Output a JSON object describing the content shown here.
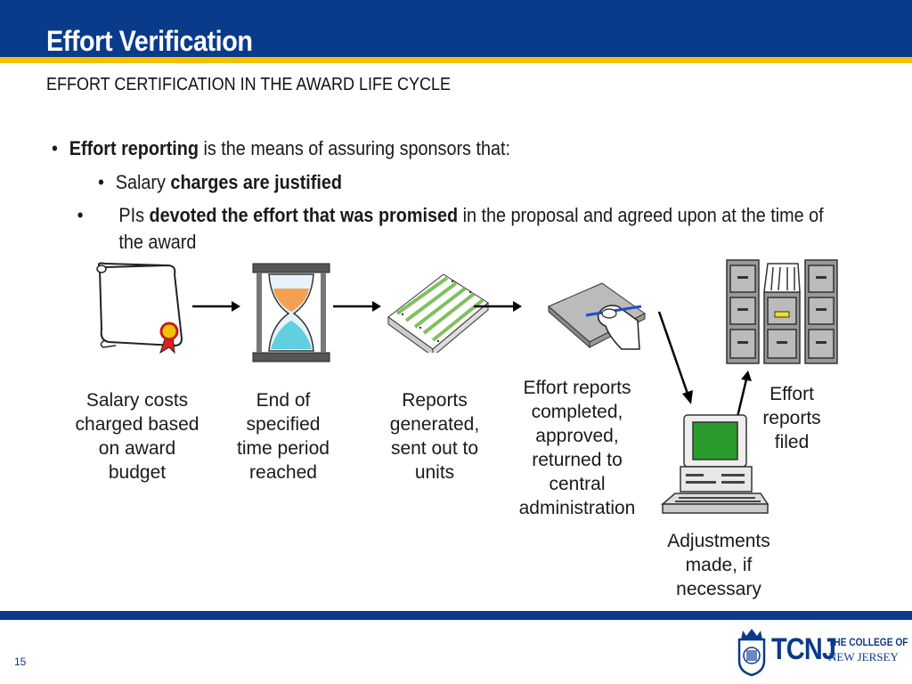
{
  "header": {
    "title": "Effort Verification",
    "subtitle": "EFFORT CERTIFICATION  IN THE AWARD LIFE CYCLE"
  },
  "bullets": {
    "b1_bold": "Effort reporting",
    "b1_rest": " is the means of assuring sponsors that:",
    "b2_prefix": "Salary ",
    "b2_bold": "charges are justified",
    "b3_prefix": "PIs ",
    "b3_bold": "devoted the effort that was promised",
    "b3_rest": " in the proposal and agreed upon at the time of the award"
  },
  "captions": {
    "c1": "Salary costs charged based on award budget",
    "c2": "End of specified time period reached",
    "c3": "Reports generated, sent out to units",
    "c4": "Effort reports completed, approved, returned to central administration",
    "c5": "Effort reports filed",
    "c6": "Adjustments made, if necessary"
  },
  "icons": [
    "award-certificate-icon",
    "hourglass-icon",
    "printed-reports-icon",
    "writing-hand-icon",
    "filing-cabinet-icon",
    "computer-terminal-icon"
  ],
  "footer": {
    "page_number": "15",
    "logo_abbrev": "TCNJ",
    "logo_line1": "THE COLLEGE OF",
    "logo_line2": "NEW JERSEY"
  },
  "colors": {
    "navy": "#0a3a8a",
    "gold": "#f2c200"
  }
}
